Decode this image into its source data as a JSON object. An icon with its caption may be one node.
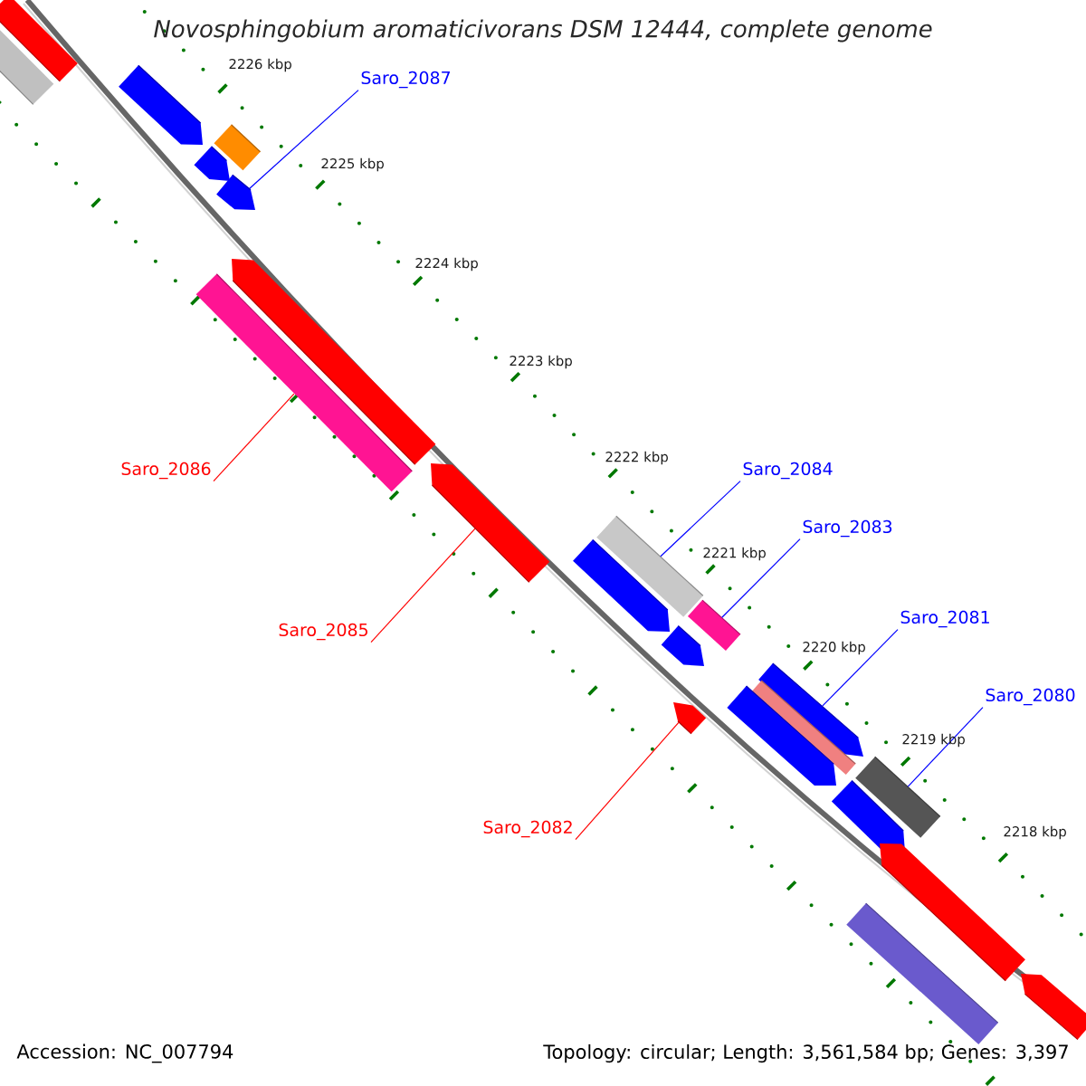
{
  "diagram": {
    "title": "Novosphingobium aromaticivorans DSM 12444, complete genome",
    "nodes": [
      {
        "text": [
          "Saro_2087"
        ]
      },
      {
        "text": [
          "Saro_2084"
        ]
      },
      {
        "text": [
          "Saro_2086"
        ]
      },
      {
        "text": [
          "Saro_2083"
        ]
      },
      {
        "text": [
          "Saro_2081"
        ]
      },
      {
        "text": [
          "Saro_2085"
        ]
      },
      {
        "text": [
          "Saro_2080"
        ]
      },
      {
        "text": [
          "Saro_2082"
        ]
      },
      {
        "text": [],
        "shape": "bar"
      },
      {
        "text": [],
        "shape": "bar"
      },
      {
        "text": [],
        "shape": "arrow"
      },
      {
        "text": [],
        "shape": "bar"
      },
      {
        "text": [],
        "shape": "arrow"
      },
      {
        "text": [],
        "shape": "arrow"
      },
      {
        "text": [],
        "shape": "arrow"
      },
      {
        "text": [],
        "shape": "bar"
      },
      {
        "text": [],
        "shape": "arrow"
      },
      {
        "text": [],
        "shape": "bar"
      },
      {
        "text": [],
        "shape": "arrow"
      },
      {
        "text": [],
        "shape": "arrow"
      },
      {
        "text": [],
        "shape": "bar"
      },
      {
        "text": [],
        "shape": "arrow"
      },
      {
        "text": [],
        "shape": "arrow"
      },
      {
        "text": [],
        "shape": "bar"
      },
      {
        "text": [],
        "shape": "arrow"
      },
      {
        "text": [],
        "shape": "bar"
      },
      {
        "text": [],
        "shape": "arrow"
      },
      {
        "text": [],
        "shape": "arrow"
      },
      {
        "text": [],
        "shape": "bar"
      },
      {
        "text": [],
        "shape": "arrow"
      }
    ],
    "edges": [
      {
        "from": 0,
        "to": 13,
        "arrow": "none"
      },
      {
        "from": 1,
        "to": 17,
        "arrow": "none"
      },
      {
        "from": 2,
        "to": 15,
        "arrow": "none",
        "color": "#ff0000"
      },
      {
        "from": 3,
        "to": 20,
        "arrow": "none"
      },
      {
        "from": 4,
        "to": 22,
        "arrow": "none"
      },
      {
        "from": 5,
        "to": 16,
        "arrow": "none",
        "color": "#ff0000"
      },
      {
        "from": 6,
        "to": 25,
        "arrow": "none"
      },
      {
        "from": 7,
        "to": 21,
        "arrow": "none",
        "color": "#ff0000"
      }
    ],
    "labels": [
      "2226 kbp",
      "2225 kbp",
      "2224 kbp",
      "2223 kbp",
      "2222 kbp",
      "2221 kbp",
      "2220 kbp",
      "2219 kbp",
      "2218 kbp",
      "Accession: NC_007794",
      "Topology: circular; Length: 3,561,584 bp; Genes: 3,397"
    ]
  }
}
